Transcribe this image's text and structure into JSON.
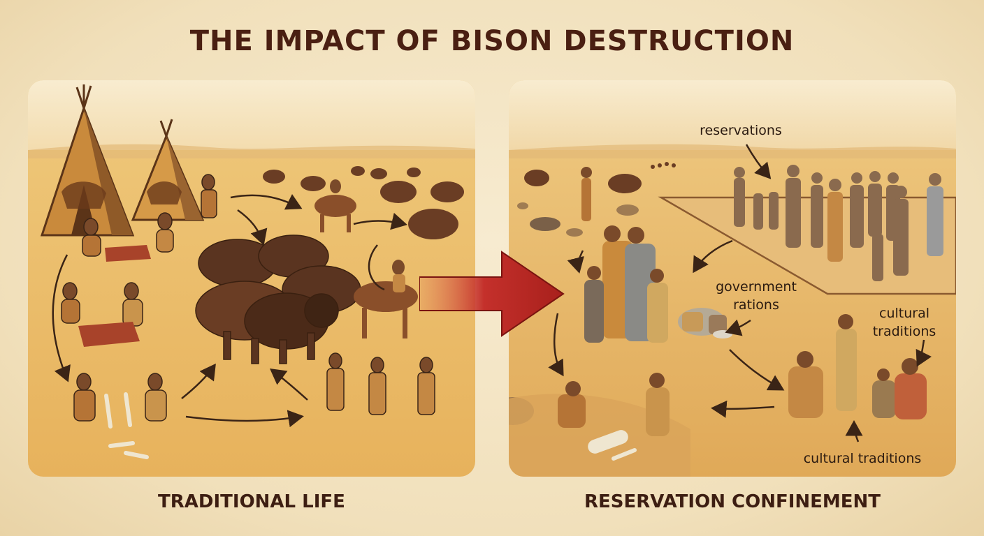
{
  "title": "THE IMPACT OF BISON DESTRUCTION",
  "left_panel": {
    "caption": "TRADITIONAL LIFE"
  },
  "right_panel": {
    "caption": "RESERVATION CONFINEMENT",
    "labels": {
      "reservations": "reservations",
      "government_line1": "government",
      "government_line2": "rations",
      "cultural_line1": "cultural",
      "cultural_line2": "traditions",
      "cultural_bottom": "cultural traditions"
    }
  },
  "colors": {
    "title": "#4a1f12",
    "arrow": "#c4302b",
    "plains": "#ecc170",
    "bison": "#5a3420"
  }
}
